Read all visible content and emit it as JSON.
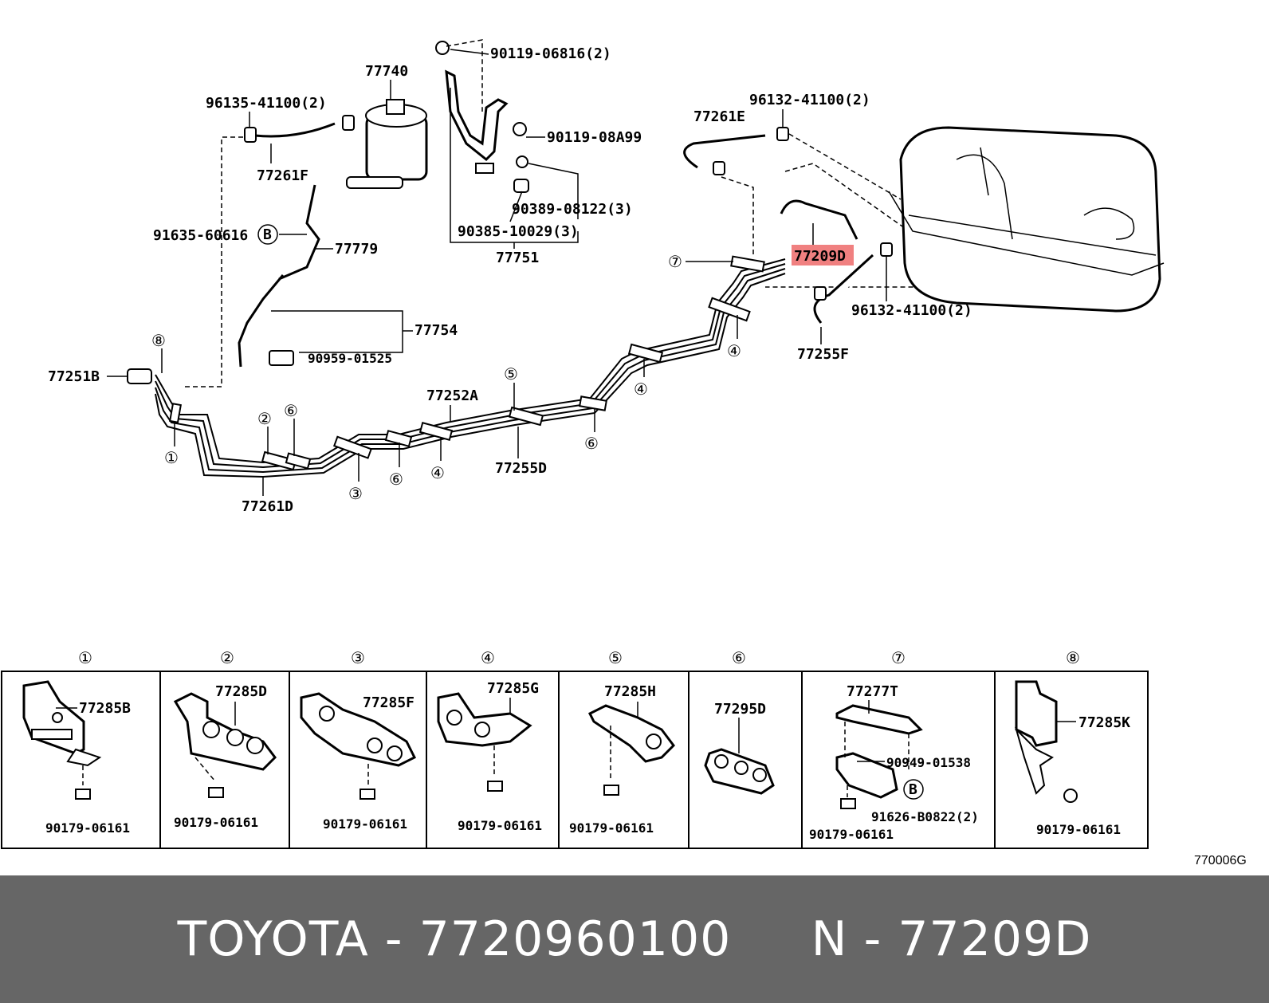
{
  "colors": {
    "footer_bg": "#666666",
    "footer_text": "#ffffff",
    "highlight": "#f08080"
  },
  "top_labels": {
    "p77740": "77740",
    "p90119_06816": "90119-06816(2)",
    "p96135": "96135-41100(2)",
    "p90119_08a99": "90119-08A99",
    "p77261f": "77261F",
    "p90389": "90389-08122(3)",
    "p90385": "90385-10029(3)",
    "p77751": "77751",
    "p91635": "91635-60616",
    "b_circle": "B",
    "p77779": "77779",
    "p77754": "77754",
    "p90959": "90959-01525",
    "p77251b": "77251B",
    "p77252a": "77252A",
    "p77255d": "77255D",
    "p77261d": "77261D",
    "p96132_top": "96132-41100(2)",
    "p77261e": "77261E",
    "p77209d": "77209D",
    "p96132_bot": "96132-41100(2)",
    "p77255f": "77255F"
  },
  "callouts": {
    "c1": "①",
    "c2": "②",
    "c3": "③",
    "c4": "④",
    "c5": "⑤",
    "c6": "⑥",
    "c7": "⑦",
    "c8": "⑧"
  },
  "panels": [
    {
      "num": "①",
      "part": "77285B",
      "bolt": "90179-06161"
    },
    {
      "num": "②",
      "part": "77285D",
      "bolt": "90179-06161"
    },
    {
      "num": "③",
      "part": "77285F",
      "bolt": "90179-06161"
    },
    {
      "num": "④",
      "part": "77285G",
      "bolt": "90179-06161"
    },
    {
      "num": "⑤",
      "part": "77285H",
      "bolt": "90179-06161"
    },
    {
      "num": "⑥",
      "part": "77295D"
    },
    {
      "num": "⑦",
      "part": "77277T",
      "extra1": "90949-01538",
      "extra_b": "B",
      "extra2": "91626-B0822(2)",
      "bolt": "90179-06161"
    },
    {
      "num": "⑧",
      "part": "77285K",
      "bolt": "90179-06161"
    }
  ],
  "figure_code": "770006G",
  "footer": {
    "text": "TOYOTA - 7720960100     N - 77209D"
  }
}
